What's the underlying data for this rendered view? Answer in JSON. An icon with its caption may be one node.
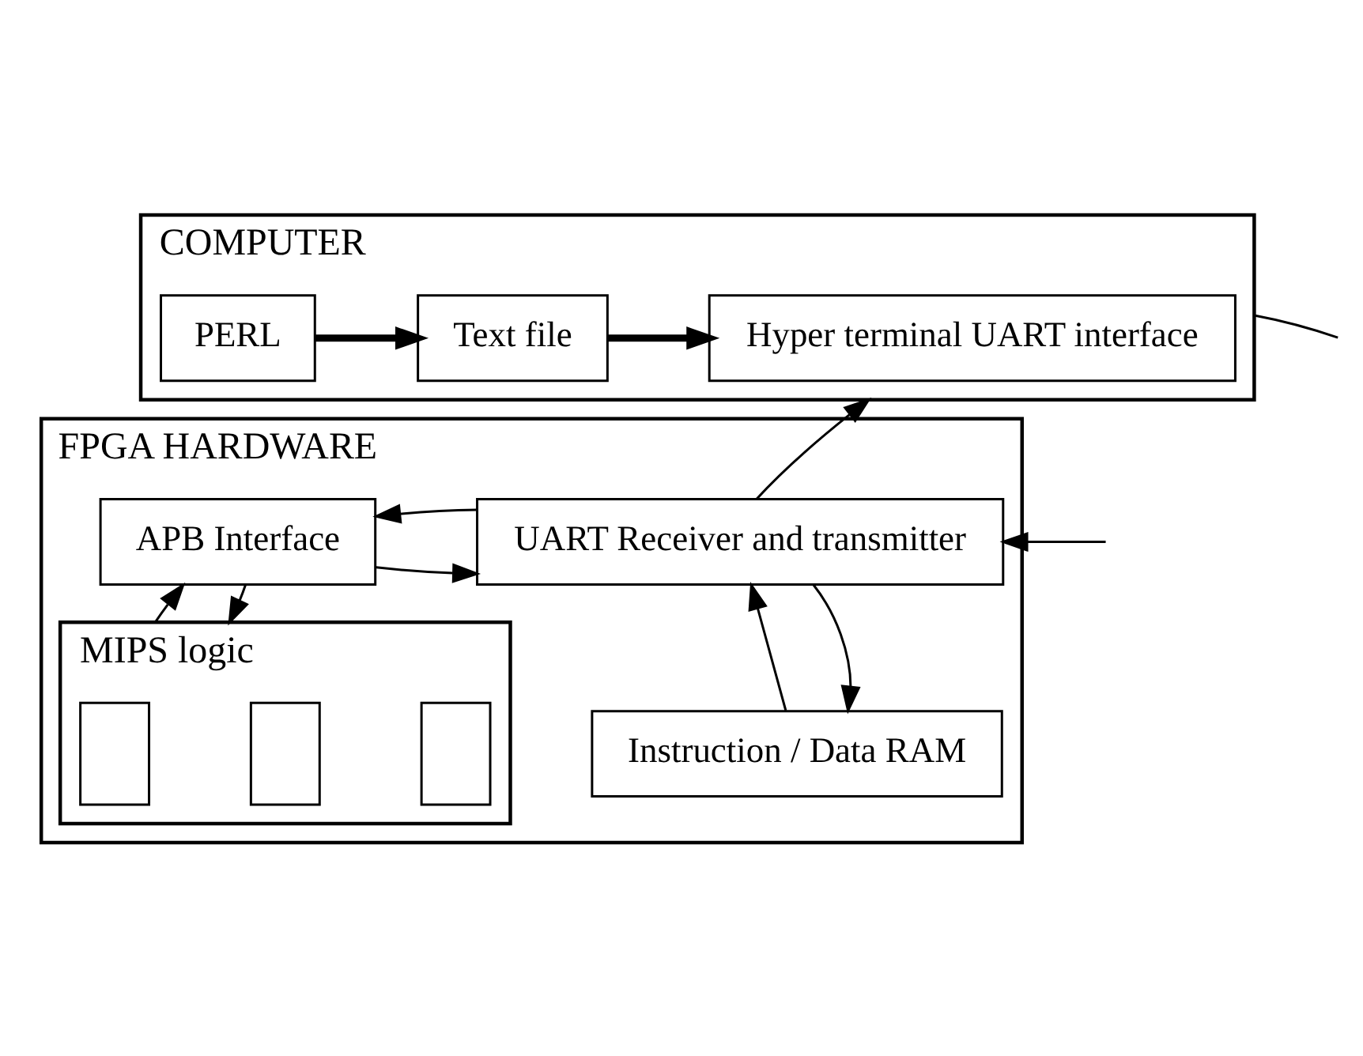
{
  "diagram": {
    "nodes": [
      {
        "text": [
          "COMPUTER"
        ]
      },
      {
        "text": [
          "PERL"
        ],
        "in": 0
      },
      {
        "text": [
          "Text file"
        ],
        "in": 0
      },
      {
        "text": [
          "Hyper terminal UART interface"
        ],
        "in": 0
      },
      {
        "text": [
          "FPGA HARDWARE"
        ]
      },
      {
        "text": [
          "APB Interface"
        ],
        "in": 4
      },
      {
        "text": [
          "UART Receiver and transmitter"
        ],
        "in": 4
      },
      {
        "text": [
          "MIPS logic"
        ],
        "in": 4
      },
      {
        "text": [],
        "shape": "box",
        "in": 7
      },
      {
        "text": [],
        "shape": "box",
        "in": 7
      },
      {
        "text": [],
        "shape": "box",
        "in": 7
      },
      {
        "text": [
          "Instruction / Data RAM"
        ],
        "in": 4
      }
    ],
    "edges": [
      {
        "from": 1,
        "to": 2,
        "arrow": "to",
        "style": "thick"
      },
      {
        "from": 2,
        "to": 3,
        "arrow": "to",
        "style": "thick"
      },
      {
        "from": 0,
        "to": null,
        "arrow": "none"
      },
      {
        "from": 6,
        "to": 0,
        "arrow": "to"
      },
      {
        "from": null,
        "to": 6,
        "arrow": "to"
      },
      {
        "from": 5,
        "to": 6,
        "arrow": "to"
      },
      {
        "from": 6,
        "to": 5,
        "arrow": "to"
      },
      {
        "from": 5,
        "to": 7,
        "arrow": "to"
      },
      {
        "from": 7,
        "to": 5,
        "arrow": "to"
      },
      {
        "from": 11,
        "to": 6,
        "arrow": "to"
      },
      {
        "from": 6,
        "to": 11,
        "arrow": "to"
      }
    ]
  }
}
